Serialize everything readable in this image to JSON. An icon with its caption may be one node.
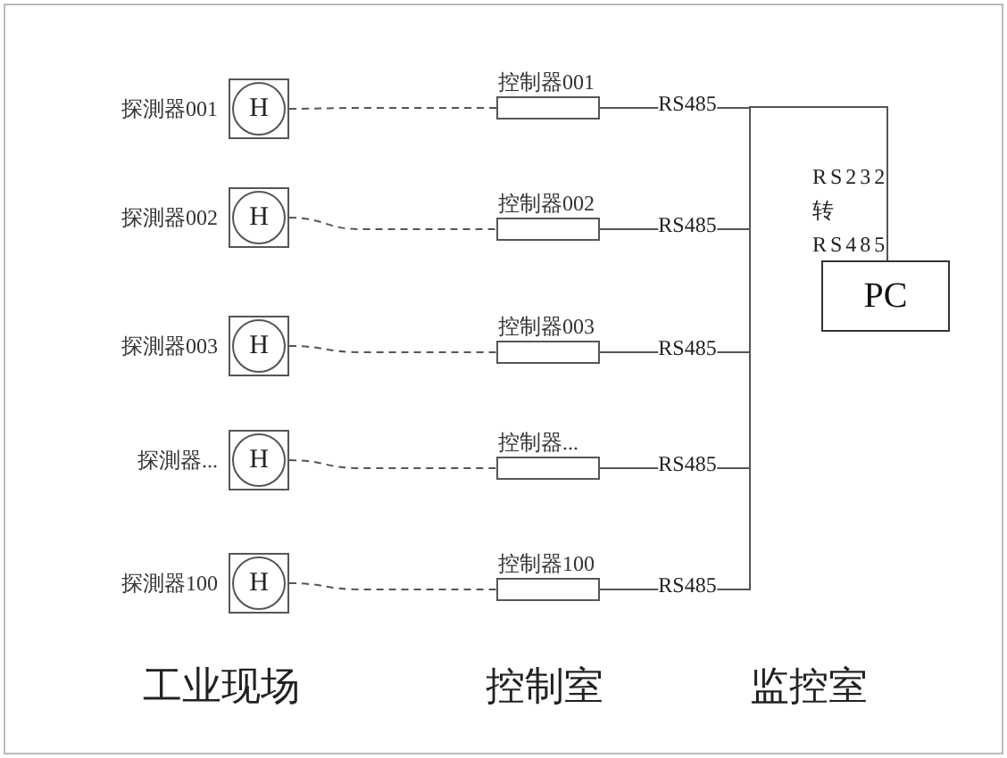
{
  "diagram": {
    "nodes": [
      {
        "text": [
          "H"
        ],
        "beside": [
          "探測器001"
        ]
      },
      {
        "text": [
          "H"
        ],
        "beside": [
          "探測器002"
        ]
      },
      {
        "text": [
          "H"
        ],
        "beside": [
          "探測器003"
        ]
      },
      {
        "text": [
          "H"
        ],
        "beside": [
          "探測器..."
        ]
      },
      {
        "text": [
          "H"
        ],
        "beside": [
          "探測器100"
        ]
      },
      {
        "text": [
          "控制器001"
        ]
      },
      {
        "text": [
          "控制器002"
        ]
      },
      {
        "text": [
          "控制器003"
        ]
      },
      {
        "text": [
          "控制器..."
        ]
      },
      {
        "text": [
          "控制器100"
        ]
      },
      {
        "text": [
          "PC"
        ]
      }
    ],
    "edges": [
      {
        "from": 0,
        "to": 5,
        "arrow": "none",
        "style": "dashed"
      },
      {
        "from": 1,
        "to": 6,
        "arrow": "none",
        "style": "dashed"
      },
      {
        "from": 2,
        "to": 7,
        "arrow": "none",
        "style": "dashed"
      },
      {
        "from": 3,
        "to": 8,
        "arrow": "none",
        "style": "dashed"
      },
      {
        "from": 4,
        "to": 9,
        "arrow": "none",
        "style": "dashed"
      },
      {
        "from": 5,
        "to": 10,
        "arrow": "none",
        "label": "RS485"
      },
      {
        "from": 6,
        "to": 10,
        "arrow": "none",
        "label": "RS485"
      },
      {
        "from": 7,
        "to": 10,
        "arrow": "none",
        "label": "RS485"
      },
      {
        "from": 8,
        "to": 10,
        "arrow": "none",
        "label": "RS485"
      },
      {
        "from": 9,
        "to": 10,
        "arrow": "none",
        "label": "RS485"
      }
    ],
    "labels": [
      "RS232 转 RS485",
      "工业现场",
      "控制室",
      "监控室"
    ]
  }
}
